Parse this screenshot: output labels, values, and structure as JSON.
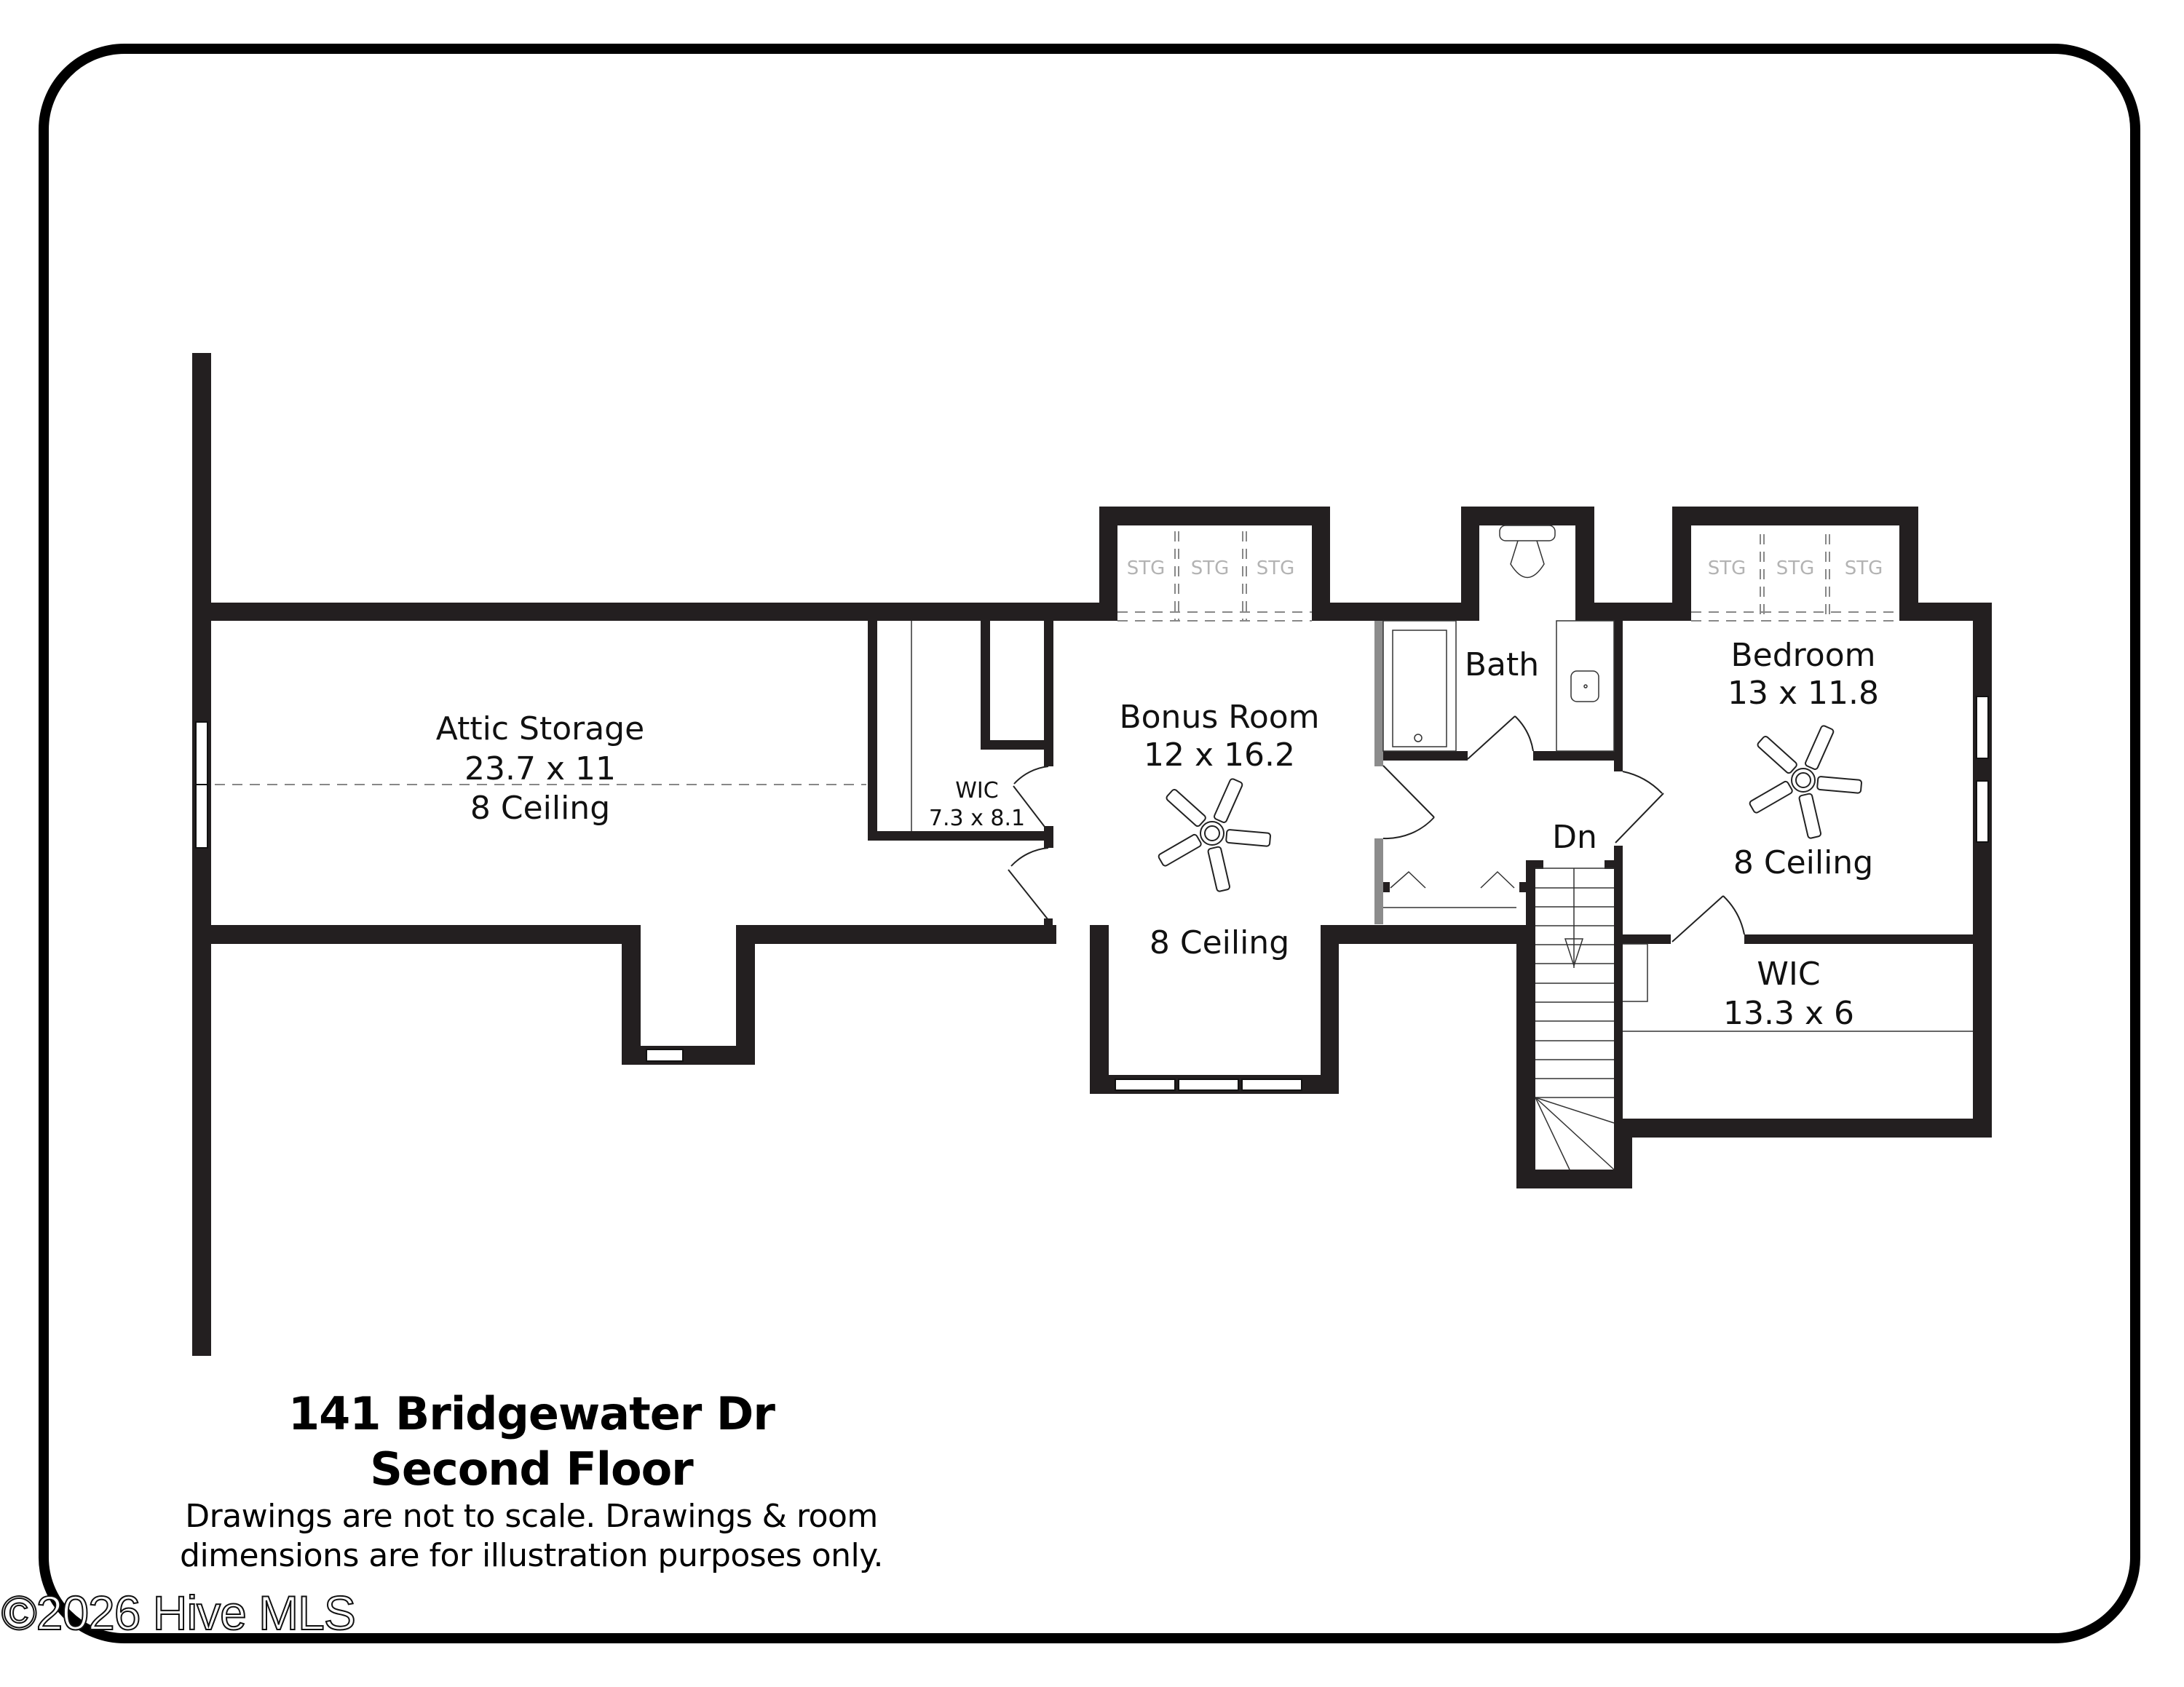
{
  "drawing": {
    "address": "141 Bridgewater Dr",
    "floor": "Second Floor",
    "disclaimer_line1": "Drawings are not to scale. Drawings & room",
    "disclaimer_line2": "dimensions are for illustration purposes only.",
    "watermark": "©2026 Hive MLS"
  },
  "rooms": {
    "attic": {
      "name": "Attic Storage",
      "dims": "23.7 x 11",
      "ceiling": "8 Ceiling"
    },
    "wic_small": {
      "name": "WIC",
      "dims": "7.3 x 8.1"
    },
    "bonus": {
      "name": "Bonus Room",
      "dims": "12 x 16.2",
      "ceiling": "8 Ceiling"
    },
    "bath": {
      "name": "Bath"
    },
    "bedroom": {
      "name": "Bedroom",
      "dims": "13 x 11.8",
      "ceiling": "8 Ceiling"
    },
    "wic_large": {
      "name": "WIC",
      "dims": "13.3 x 6"
    },
    "stairs": {
      "label": "Dn"
    }
  },
  "storage": {
    "bonus_dormer": [
      "STG",
      "STG",
      "STG"
    ],
    "bedroom_dormer": [
      "STG",
      "STG",
      "STG"
    ]
  },
  "colors": {
    "wall": "#231f20",
    "partition": "#8c8c8c",
    "storage_text": "#b3b3b3",
    "frame": "#000000"
  }
}
